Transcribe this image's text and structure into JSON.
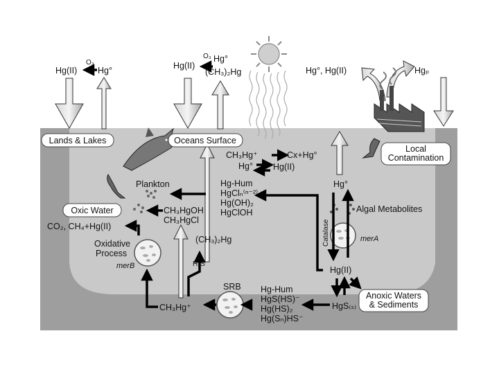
{
  "atmosphere": {
    "lands": {
      "o3": "O₃",
      "hg2": "Hg(II)",
      "hg0": "Hg°"
    },
    "ocean": {
      "o3": "O₃",
      "hg2": "Hg(II)",
      "hg0": "Hg°",
      "dmhg": "(CH₃)₂Hg"
    },
    "local": {
      "hg0_hg2": "Hg°, Hg(II)",
      "hgp": "Hgₚ"
    }
  },
  "boxes": {
    "lands_lakes": "Lands & Lakes",
    "oceans_surface": "Oceans Surface",
    "local_contamination": [
      "Local",
      "Contamination"
    ],
    "oxic_water": "Oxic Water",
    "anoxic": [
      "Anoxic Waters",
      "& Sediments"
    ]
  },
  "labels": {
    "ch3hg_photo": "CH₃Hg⁺",
    "cx_hg0": "Cx+Hg°",
    "hg0_eq": "Hg°",
    "hg2_eq": "Hg(II)",
    "plankton": "Plankton",
    "hg_hum_block": [
      "Hg-Hum",
      "HgClₙ⁽ⁿ⁻²⁾",
      "Hg(OH)₂",
      "HgClOH"
    ],
    "ch3hgoh": "CH₃HgOH",
    "ch3hgcl": "CH₃HgCl",
    "oxic_products": "CO₂, CH₄+Hg(II)",
    "oxidative_process": [
      "Oxidative",
      "Process"
    ],
    "merB": "merB",
    "dmhg_water": "(CH₃)₂Hg",
    "h2s": "H₂S",
    "ch3hg_plus": "CH₃Hg⁺",
    "srb": "SRB",
    "hg_sulfide_block": [
      "Hg-Hum",
      "HgS(HS)⁻",
      "Hg(HS)₂",
      "Hg(Sₙ)HS⁻"
    ],
    "hgs": "HgS₍ₛ₎",
    "hg2_center": "Hg(II)",
    "hg0_top": "Hg°",
    "catalase": "Catalase",
    "algal_metabolites": "Algal Metabolites",
    "merA": "merA"
  }
}
